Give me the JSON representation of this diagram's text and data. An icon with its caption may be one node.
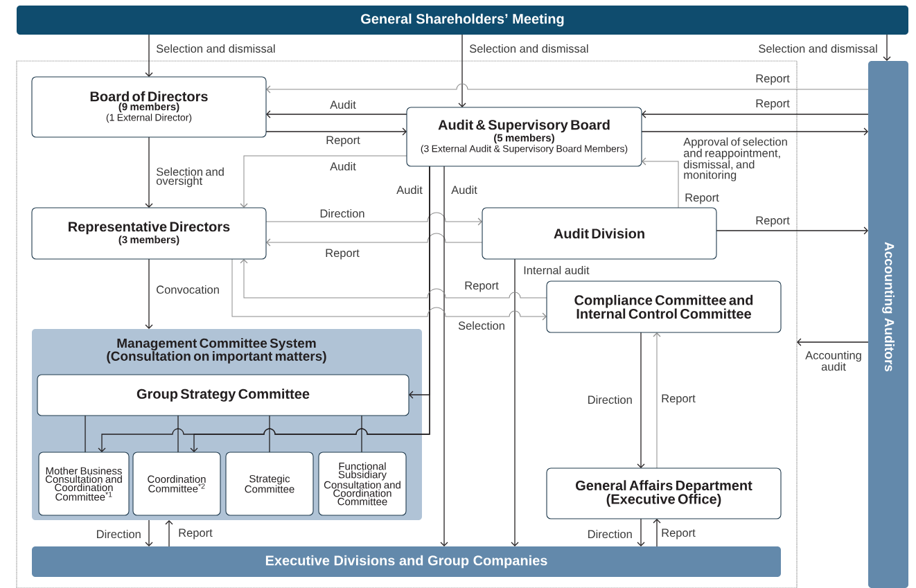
{
  "diagram": {
    "nodes": [
      {
        "text": [
          "General Shareholders’ Meeting"
        ]
      },
      {
        "text": [],
        "shape": "box"
      },
      {
        "text": [
          "Accounting Auditors"
        ]
      },
      {
        "text": [
          "Board of Directors",
          "(9 members)",
          "(1 External Director)"
        ],
        "in": 1
      },
      {
        "text": [
          "Audit & Supervisory Board",
          "(5 members)",
          "(3 External Audit & Supervisory Board Members)"
        ],
        "in": 1
      },
      {
        "text": [
          "Representative Directors",
          "(3 members)"
        ],
        "in": 1
      },
      {
        "text": [
          "Audit Division"
        ],
        "in": 1
      },
      {
        "text": [
          "Compliance Committee and Internal Control Committee"
        ],
        "in": 1
      },
      {
        "text": [
          "Management Committee System (Consultation on important matters)"
        ],
        "in": 1
      },
      {
        "text": [
          "Group Strategy Committee"
        ],
        "in": 8
      },
      {
        "text": [
          "Mother Business Consultation and Coordination Committee$^{*1}$"
        ],
        "in": 8
      },
      {
        "text": [
          "Coordination Committee$^{*2}$"
        ],
        "in": 8
      },
      {
        "text": [
          "Strategic Committee"
        ],
        "in": 8
      },
      {
        "text": [
          "Functional Subsidiary Consultation and Coordination Committee"
        ],
        "in": 8
      },
      {
        "text": [
          "General Affairs Department (Executive Office)"
        ],
        "in": 1
      },
      {
        "text": [
          "Executive Divisions and Group Companies"
        ],
        "in": 1
      }
    ],
    "edges": [
      {
        "from": 0,
        "to": 3,
        "arrow": "to",
        "label": "Selection and dismissal"
      },
      {
        "from": 0,
        "to": 4,
        "arrow": "to",
        "label": "Selection and dismissal"
      },
      {
        "from": 0,
        "to": 2,
        "arrow": "to",
        "label": "Selection and dismissal"
      },
      {
        "from": 2,
        "to": 3,
        "arrow": "to",
        "label": "Report",
        "color": "#8c8c8c"
      },
      {
        "from": 2,
        "to": 4,
        "arrow": "to",
        "label": "Report"
      },
      {
        "from": 4,
        "to": 3,
        "arrow": "to",
        "label": "Audit"
      },
      {
        "from": 3,
        "to": 4,
        "arrow": "to",
        "label": "Report"
      },
      {
        "from": 4,
        "to": 2,
        "arrow": "to",
        "label": "Approval of selection and reappointment, dismissal, and monitoring"
      },
      {
        "from": 4,
        "to": 5,
        "arrow": "to",
        "label": "Audit",
        "color": "#8c8c8c"
      },
      {
        "from": 3,
        "to": 5,
        "arrow": "to",
        "label": "Selection and oversight"
      },
      {
        "from": 6,
        "to": 4,
        "arrow": "to",
        "label": "Report",
        "color": "#8c8c8c"
      },
      {
        "from": 5,
        "to": 6,
        "arrow": "to",
        "label": "Direction",
        "color": "#8c8c8c"
      },
      {
        "from": 6,
        "to": 5,
        "arrow": "to",
        "label": "Report",
        "color": "#8c8c8c"
      },
      {
        "from": 6,
        "to": 2,
        "arrow": "to",
        "label": "Report"
      },
      {
        "from": 4,
        "to": 15,
        "arrow": "to",
        "label": "Audit"
      },
      {
        "from": 4,
        "to": 9,
        "arrow": "to",
        "label": "Audit"
      },
      {
        "from": 4,
        "to": 10,
        "arrow": "to"
      },
      {
        "from": 4,
        "to": 11,
        "arrow": "to"
      },
      {
        "from": 6,
        "to": 15,
        "arrow": "to",
        "label": "Internal audit"
      },
      {
        "from": 7,
        "to": 5,
        "arrow": "to",
        "label": "Report",
        "color": "#8c8c8c"
      },
      {
        "from": 5,
        "to": 7,
        "arrow": "to",
        "label": "Selection",
        "color": "#8c8c8c"
      },
      {
        "from": 5,
        "to": 8,
        "arrow": "to",
        "label": "Convocation"
      },
      {
        "from": 7,
        "to": 14,
        "arrow": "to",
        "label": "Direction"
      },
      {
        "from": 14,
        "to": 7,
        "arrow": "to",
        "label": "Report",
        "color": "#8c8c8c"
      },
      {
        "from": 9,
        "to": 10,
        "arrow": "none"
      },
      {
        "from": 9,
        "to": 11,
        "arrow": "none"
      },
      {
        "from": 9,
        "to": 12,
        "arrow": "none"
      },
      {
        "from": 9,
        "to": 13,
        "arrow": "none"
      },
      {
        "from": 8,
        "to": 15,
        "arrow": "to",
        "label": "Direction"
      },
      {
        "from": 15,
        "to": 8,
        "arrow": "to",
        "label": "Report"
      },
      {
        "from": 14,
        "to": 15,
        "arrow": "to",
        "label": "Direction"
      },
      {
        "from": 15,
        "to": 14,
        "arrow": "to",
        "label": "Report"
      },
      {
        "from": 2,
        "to": 1,
        "arrow": "to",
        "label": "Accounting audit"
      }
    ]
  }
}
